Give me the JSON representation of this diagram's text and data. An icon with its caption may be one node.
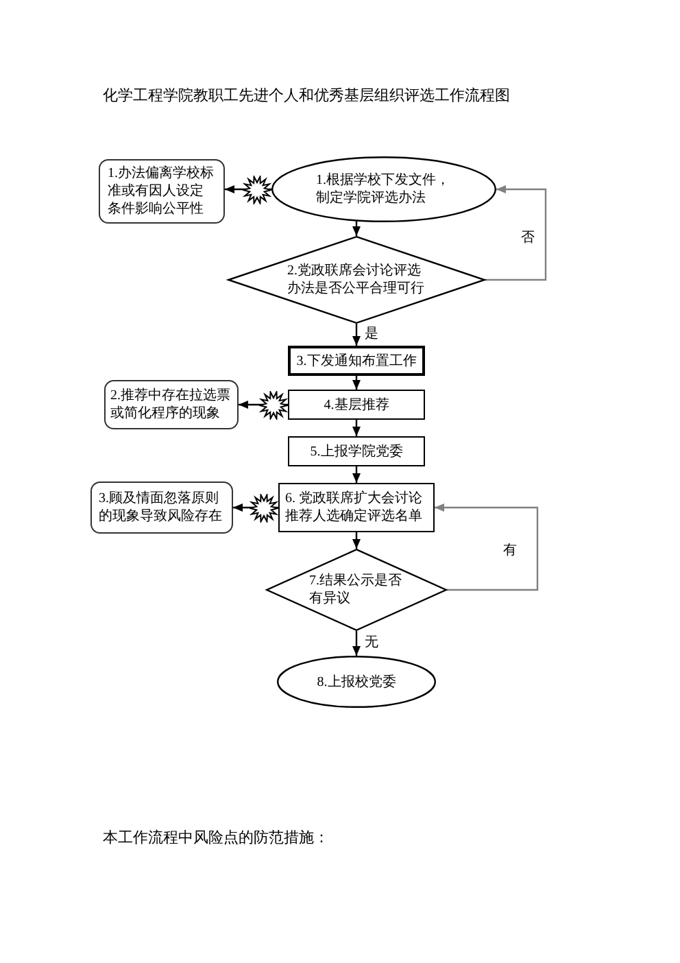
{
  "diagram": {
    "title": "化学工程学院教职工先进个人和优秀基层组织评选工作流程图",
    "nodes": [
      {
        "text": [
          "1.办法偏离学校标准或有因人设定条件影响公平性"
        ]
      },
      {
        "text": [
          "1.根据学校下发文件，制定学院评选办法"
        ]
      },
      {
        "text": [
          "2.党政联席会讨论评选办法是否公平合理可行"
        ]
      },
      {
        "text": [
          "3.下发通知布置工作"
        ]
      },
      {
        "text": [
          "2.推荐中存在拉选票或简化程序的现象"
        ]
      },
      {
        "text": [
          "4.基层推荐"
        ]
      },
      {
        "text": [
          "5.上报学院党委"
        ]
      },
      {
        "text": [
          "3.顾及情面忽落原则的现象导致风险存在"
        ]
      },
      {
        "text": [
          "6. 党政联席扩大会讨论推荐人选确定评选名单"
        ]
      },
      {
        "text": [
          "7.结果公示是否有异议"
        ]
      },
      {
        "text": [
          "8.上报校党委"
        ]
      }
    ],
    "edges": [
      {
        "from": 1,
        "to": 2,
        "arrow": "to"
      },
      {
        "from": 2,
        "to": 1,
        "arrow": "to",
        "label": "否",
        "color": "#808080"
      },
      {
        "from": 2,
        "to": 3,
        "arrow": "to",
        "label": "是"
      },
      {
        "from": 3,
        "to": 5,
        "arrow": "to"
      },
      {
        "from": 5,
        "to": 6,
        "arrow": "to"
      },
      {
        "from": 6,
        "to": 8,
        "arrow": "to"
      },
      {
        "from": 8,
        "to": 9,
        "arrow": "to"
      },
      {
        "from": 9,
        "to": 8,
        "arrow": "to",
        "label": "有",
        "color": "#808080"
      },
      {
        "from": 9,
        "to": 10,
        "arrow": "to",
        "label": "无"
      },
      {
        "from": 1,
        "to": 0,
        "arrow": "to"
      },
      {
        "from": 5,
        "to": 4,
        "arrow": "to"
      },
      {
        "from": 8,
        "to": 7,
        "arrow": "to"
      }
    ],
    "labels": [
      "本工作流程中风险点的防范措施："
    ]
  }
}
